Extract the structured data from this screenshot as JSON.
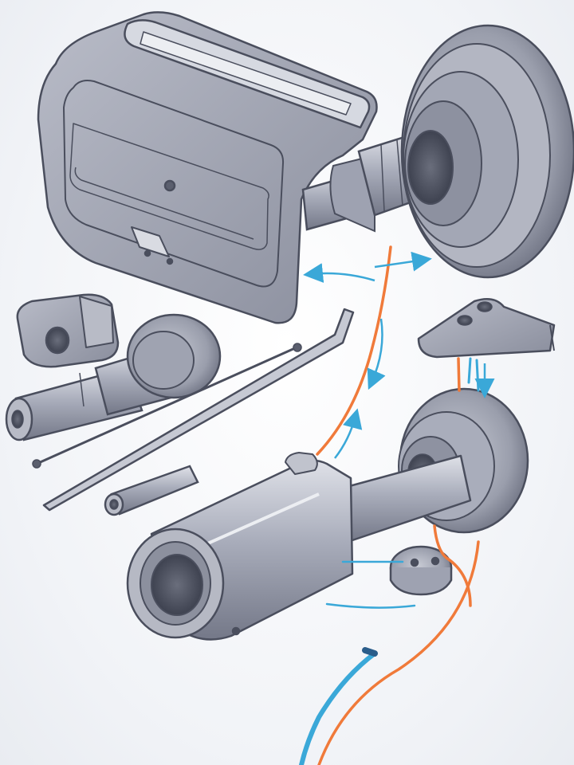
{
  "illustration": {
    "kind": "exploded-view technical illustration of a tube / cylinder assembly",
    "labels": []
  },
  "palette": {
    "metal_light": "#c9ccd6",
    "metal_mid": "#9ea2b1",
    "metal_dark": "#6b6f7e",
    "outline": "#4a4e5d",
    "background": "#f4f6f9",
    "wire_orange": "#f07a3a",
    "wire_blue": "#3aa8d8"
  },
  "parts": [
    {
      "name": "rectangular-housing-block",
      "icon": "housing-icon"
    },
    {
      "name": "flanged-disc-hub-large",
      "icon": "disc-icon"
    },
    {
      "name": "connecting-shaft",
      "icon": "shaft-icon"
    },
    {
      "name": "small-bracket",
      "icon": "bracket-icon"
    },
    {
      "name": "stepped-shaft-with-collar",
      "icon": "shaft-icon"
    },
    {
      "name": "thin-rod",
      "icon": "rod-icon"
    },
    {
      "name": "bent-lever",
      "icon": "lever-icon"
    },
    {
      "name": "small-pin",
      "icon": "pin-icon"
    },
    {
      "name": "triangular-mount-plate",
      "icon": "plate-icon"
    },
    {
      "name": "tube-body",
      "icon": "tube-icon"
    },
    {
      "name": "flanged-disc-hub-small",
      "icon": "disc-icon"
    },
    {
      "name": "small-round-cap",
      "icon": "cap-icon"
    },
    {
      "name": "orange-wire",
      "icon": "wire-icon"
    },
    {
      "name": "blue-wire",
      "icon": "wire-icon"
    },
    {
      "name": "assembly-arrows",
      "icon": "arrow-icon"
    }
  ]
}
